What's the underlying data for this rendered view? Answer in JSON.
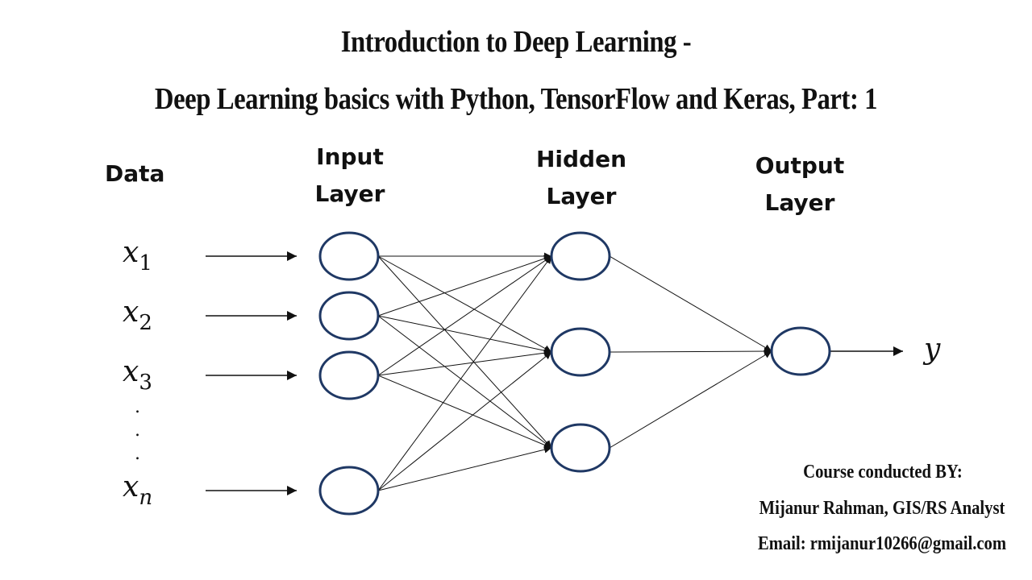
{
  "slide": {
    "title_line1": "Introduction to Deep Learning -",
    "title_line2": "Deep Learning basics with Python, TensorFlow and Keras, Part: 1"
  },
  "columns": {
    "data": "Data",
    "input": [
      "Input",
      "Layer"
    ],
    "hidden": [
      "Hidden",
      "Layer"
    ],
    "output": [
      "Output",
      "Layer"
    ]
  },
  "inputs": [
    {
      "base": "x",
      "sub": "1"
    },
    {
      "base": "x",
      "sub": "2"
    },
    {
      "base": "x",
      "sub": "3"
    },
    {
      "base": "x",
      "sub": "n"
    }
  ],
  "ellipsis": ".",
  "output_symbol": "y",
  "credits": {
    "heading": "Course conducted BY:",
    "name": "Mijanur Rahman, GIS/RS Analyst",
    "email": "Email: rmijanur10266@gmail.com"
  },
  "colors": {
    "node_stroke": "#1f3864",
    "edge": "#111111",
    "text": "#111111"
  }
}
